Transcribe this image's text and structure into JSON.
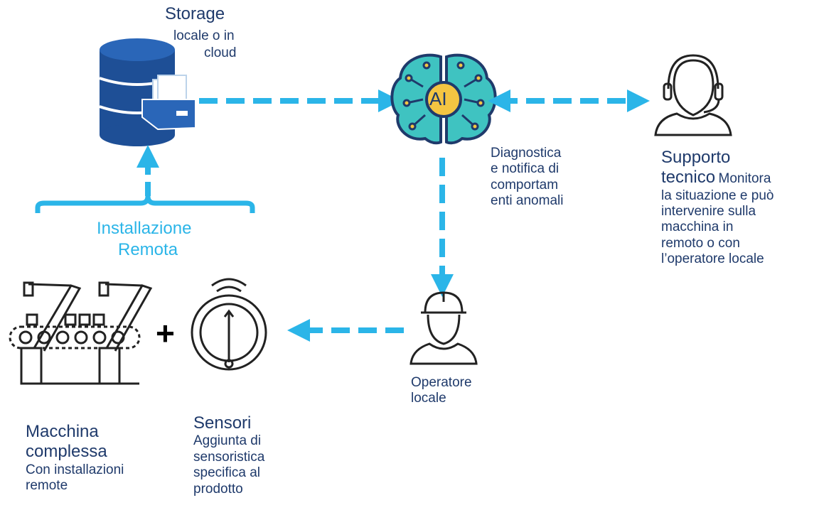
{
  "storage": {
    "title": "Storage",
    "subtitle_line1": "locale o in",
    "subtitle_line2": "cloud"
  },
  "ai": {
    "badge": "AI",
    "description": [
      "Diagnostica",
      "e notifica di",
      "comportam",
      "enti anomali"
    ]
  },
  "support": {
    "title_line1": "Supporto",
    "title_line2": "tecnico",
    "inline_text": "Monitora",
    "description": [
      "la situazione e può",
      "intervenire sulla",
      "macchina in",
      "remoto o con",
      "l’operatore locale"
    ]
  },
  "installation": {
    "line1": "Installazione",
    "line2": "Remota"
  },
  "machine": {
    "title_line1": "Macchina",
    "title_line2": "complessa",
    "description": [
      "Con installazioni",
      "remote"
    ]
  },
  "plus": "+",
  "sensors": {
    "title": "Sensori",
    "description": [
      "Aggiunta di",
      "sensoristica",
      "specifica al",
      "prodotto"
    ]
  },
  "operator": {
    "line1": "Operatore",
    "line2": "locale"
  },
  "colors": {
    "accent": "#2bb5e8",
    "text": "#1f3a6b",
    "db": "#1e4f96",
    "brain": "#3fc3c1",
    "icon": "#222222"
  },
  "icons": [
    "database-icon",
    "ai-brain-icon",
    "headset-support-icon",
    "hardhat-operator-icon",
    "robot-arm-machine-icon",
    "gauge-sensor-icon"
  ]
}
